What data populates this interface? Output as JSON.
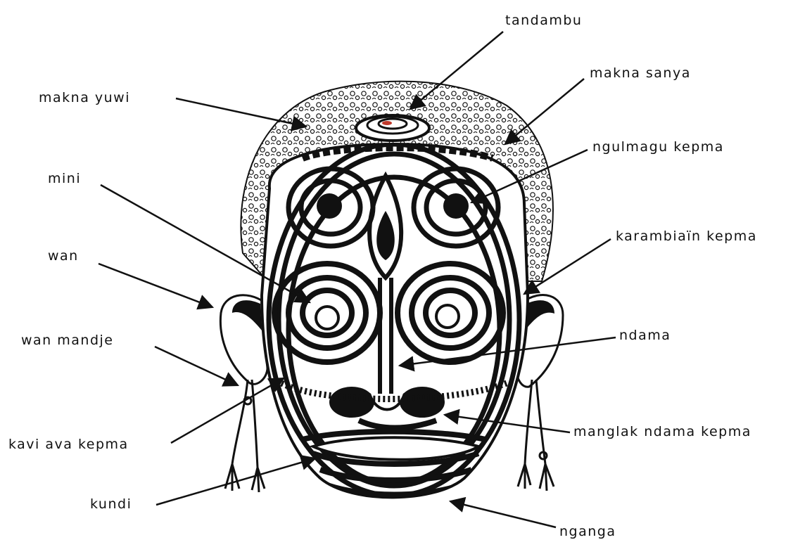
{
  "labels": {
    "tandambu": "tandambu",
    "makna_yuwi": "makna yuwi",
    "makna_sanya": "makna sanya",
    "ngulmagu_kepma": "ngulmagu kepma",
    "mini": "mini",
    "karambiain_kepma": "karambiaïn kepma",
    "wan": "wan",
    "ndama": "ndama",
    "wan_mandje": "wan mandje",
    "manglak_ndama_kepma": "manglak ndama kepma",
    "kavi_ava_kepma": "kavi ava kepma",
    "kundi": "kundi",
    "nganga": "nganga"
  },
  "colors": {
    "ink": "#111111",
    "paper": "#ffffff",
    "accent_center": "#c0392b"
  }
}
